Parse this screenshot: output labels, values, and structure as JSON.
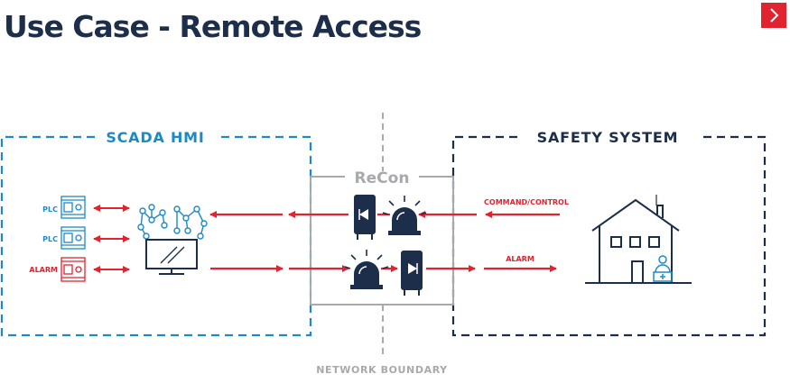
{
  "page": {
    "title": "Use Case - Remote Access",
    "next_icon": "chevron-right-icon"
  },
  "diagram": {
    "left_zone": {
      "label": "SCADA HMI"
    },
    "right_zone": {
      "label": "SAFETY SYSTEM"
    },
    "center": {
      "label": "ReCon"
    },
    "boundary": {
      "label": "NETWORK BOUNDARY"
    },
    "devices": [
      {
        "label": "PLC",
        "type": "plc"
      },
      {
        "label": "PLC",
        "type": "plc"
      },
      {
        "label": "ALARM",
        "type": "alarm"
      }
    ],
    "flows": {
      "top": "COMMAND/CONTROL",
      "bottom": "ALARM"
    },
    "colors": {
      "navy": "#1c2e4a",
      "blue": "#1d8ac8",
      "red": "#e1232f",
      "gray": "#a7a9ac"
    }
  }
}
